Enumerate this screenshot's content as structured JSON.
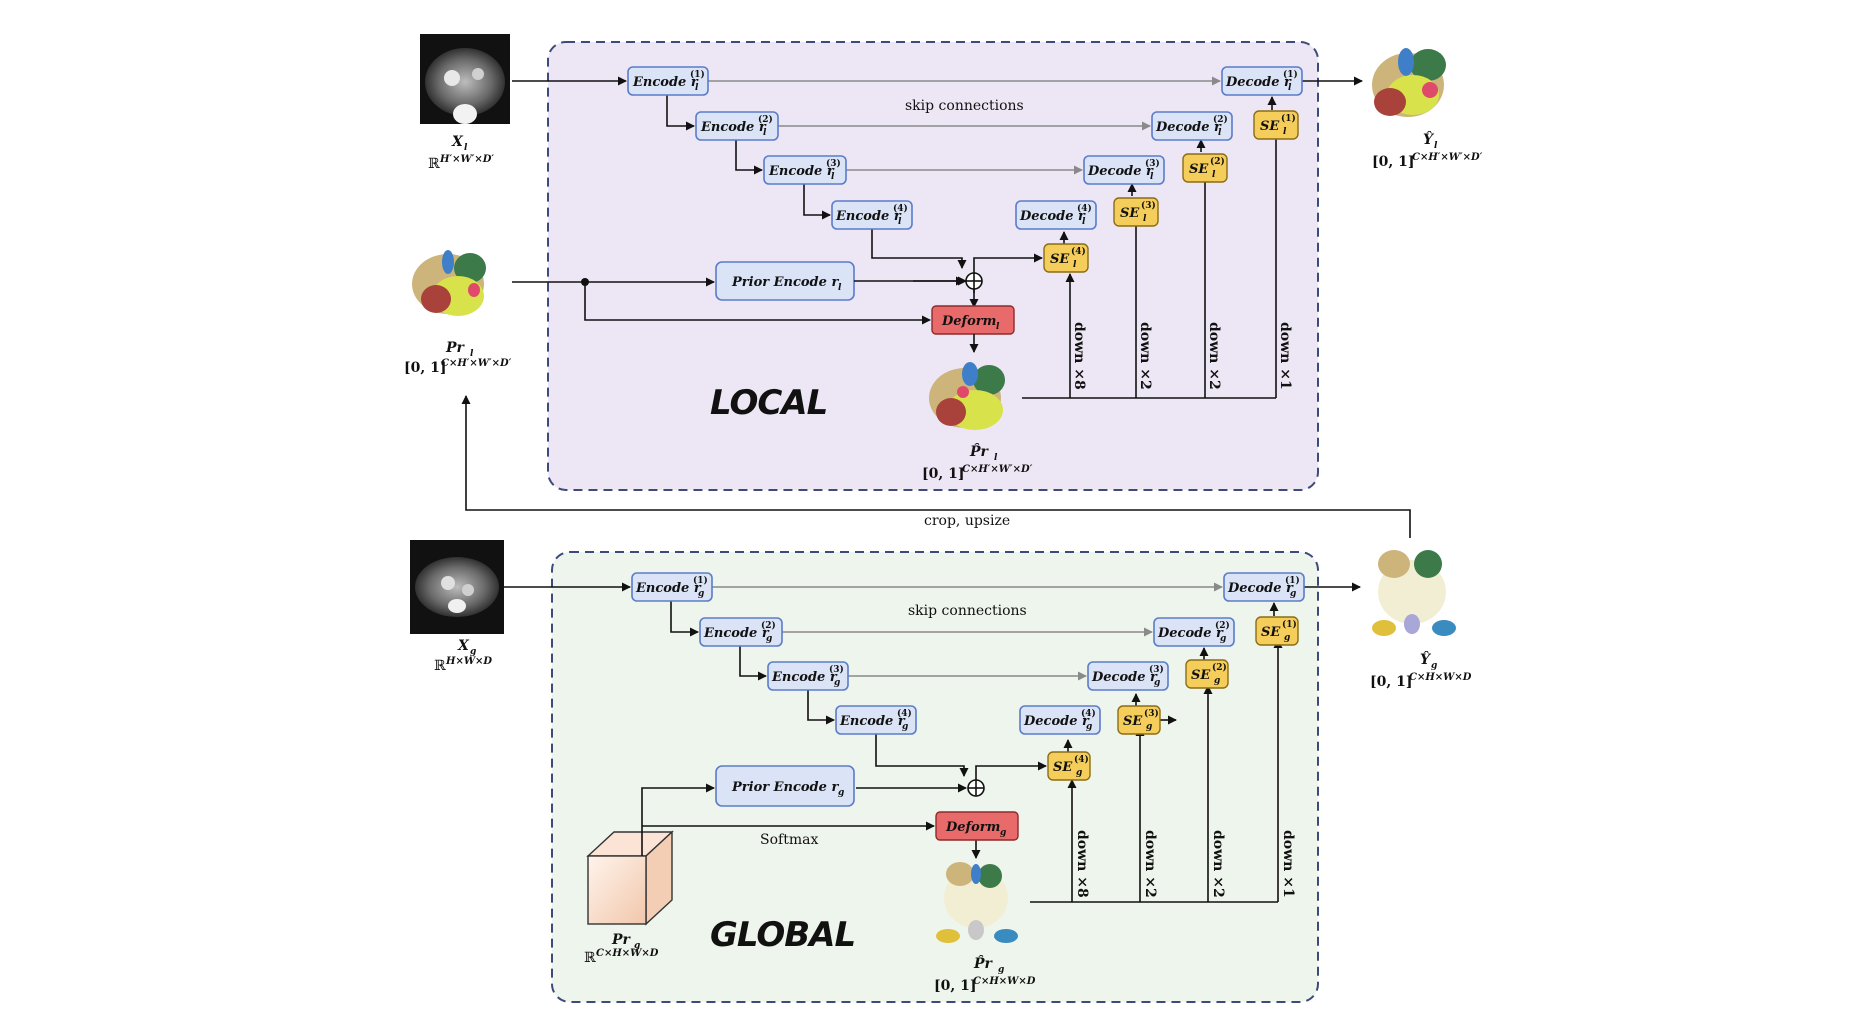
{
  "labels": {
    "skip_connections": "skip connections",
    "crop_upsize": "crop, upsize",
    "softmax": "Softmax",
    "down_x8": "down ×8",
    "down_x2": "down ×2",
    "down_x1": "down ×1"
  },
  "local": {
    "title": "LOCAL",
    "subscript": "l",
    "encoder_label": "Encode r",
    "decoder_label": "Decode r",
    "se_label": "SE",
    "prior_encoder_label": "Prior  Encode r",
    "deform_label": "Deform",
    "levels": [
      "(1)",
      "(2)",
      "(3)",
      "(4)"
    ],
    "input": {
      "name": "X",
      "sub": "l",
      "domain": "ℝ",
      "dims": "H′×W′×D′"
    },
    "prior": {
      "name": "Pr",
      "sub": "l",
      "range": "[0, 1]",
      "dims": "C×H′×W′×D′"
    },
    "deformed_prior": {
      "name": "P̂r",
      "sub": "l",
      "range": "[0, 1]",
      "dims": "C×H′×W′×D′"
    },
    "output": {
      "name": "Ŷ",
      "sub": "l",
      "range": "[0, 1]",
      "dims": "C×H′×W′×D′"
    }
  },
  "global": {
    "title": "GLOBAL",
    "subscript": "g",
    "encoder_label": "Encode r",
    "decoder_label": "Decode r",
    "se_label": "SE",
    "prior_encoder_label": "Prior  Encode r",
    "deform_label": "Deform",
    "levels": [
      "(1)",
      "(2)",
      "(3)",
      "(4)"
    ],
    "input": {
      "name": "X",
      "sub": "g",
      "domain": "ℝ",
      "dims": "H×W×D"
    },
    "prior": {
      "name": "Pr",
      "sub": "g",
      "domain": "ℝ",
      "dims": "C×H×W×D"
    },
    "deformed_prior": {
      "name": "P̂r",
      "sub": "g",
      "range": "[0, 1]",
      "dims": "C×H×W×D"
    },
    "output": {
      "name": "Ŷ",
      "sub": "g",
      "range": "[0, 1]",
      "dims": "C×H×W×D"
    }
  },
  "icons": {
    "ct_scan": "ct-scan-image",
    "organ_mesh": "organ-segmentation-3d",
    "prior_cube": "cube-icon",
    "sum": "circle-plus-icon"
  },
  "colors": {
    "local_panel": "#ede6f4",
    "global_panel": "#eef5ec",
    "blue_block": "#dbe3f6",
    "se_block": "#f5cd5a",
    "deform_block": "#e86a6a"
  }
}
